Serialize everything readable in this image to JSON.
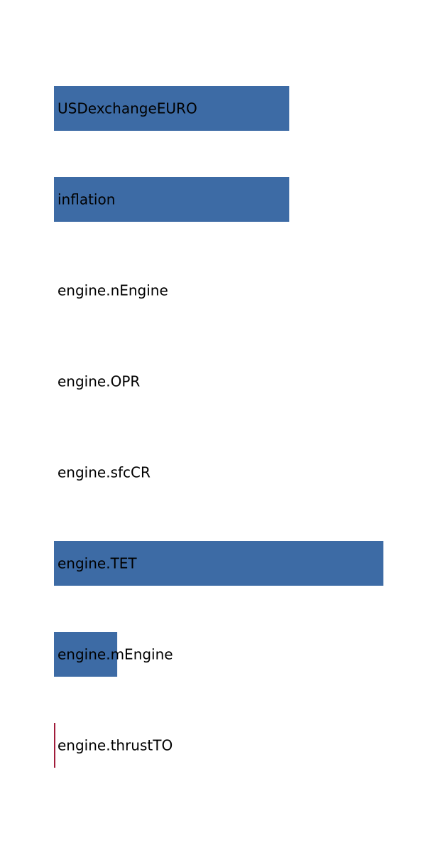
{
  "chart_data": {
    "type": "bar",
    "orientation": "horizontal",
    "categories": [
      "USDexchangeEURO",
      "inflation",
      "engine.nEngine",
      "engine.OPR",
      "engine.sfcCR",
      "engine.TET",
      "engine.mEngine",
      "engine.thrustTO"
    ],
    "values": [
      0.714,
      0.714,
      0,
      0,
      0,
      1.0,
      0.192,
      -0.004
    ],
    "colors": {
      "positive": "#3d6ba5",
      "negative": "#a01c3a"
    },
    "xlim": [
      0,
      1.0
    ],
    "grid": false,
    "legend": "none"
  }
}
